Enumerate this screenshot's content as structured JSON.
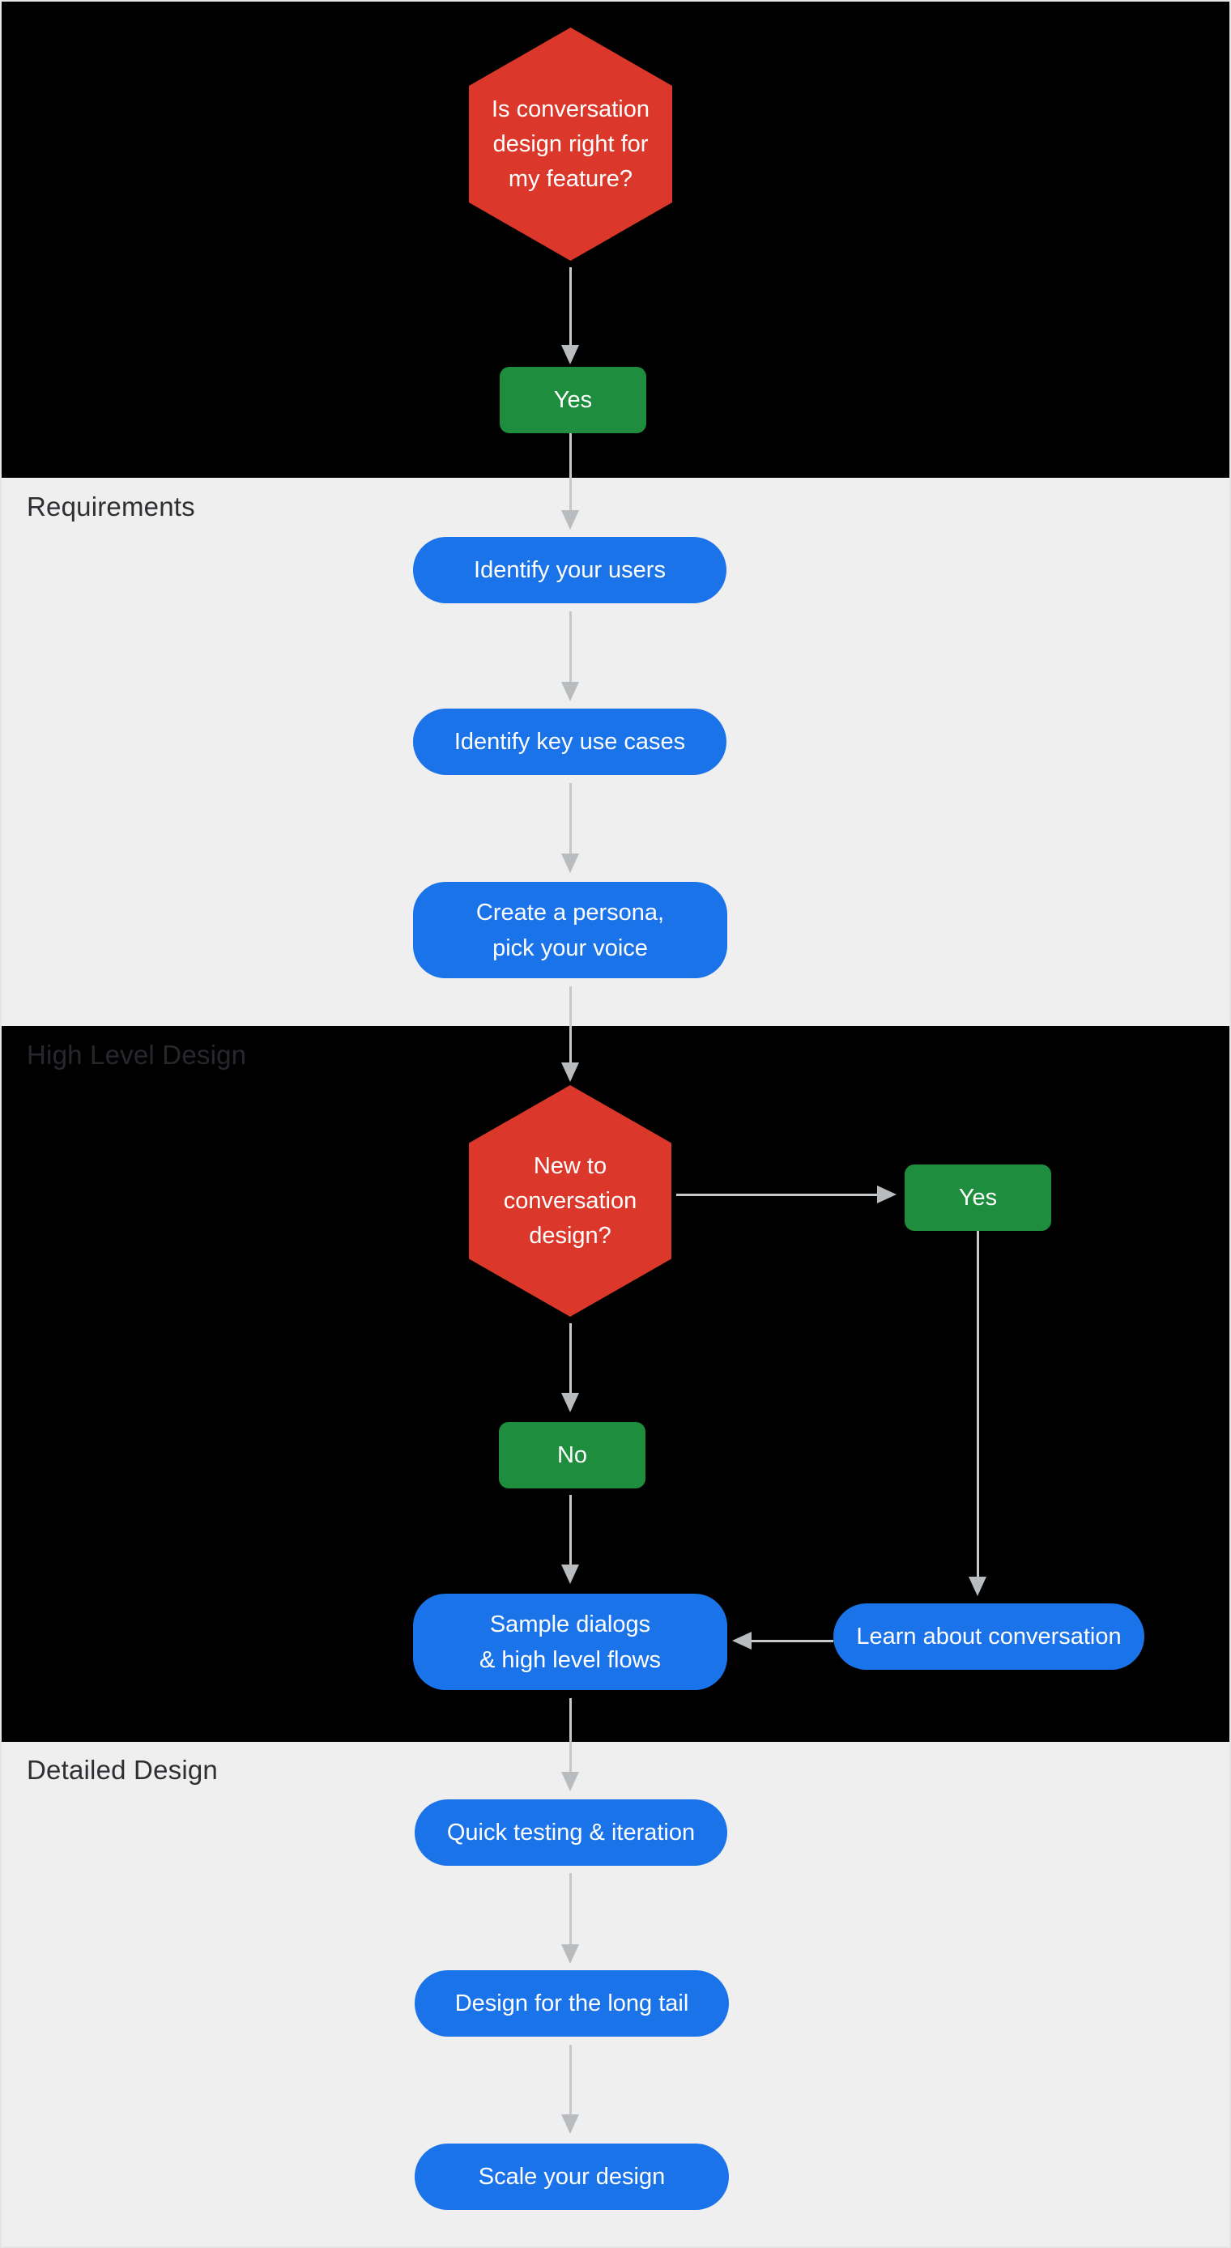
{
  "sections": {
    "requirements": {
      "label": "Requirements"
    },
    "high_level_design": {
      "label": "High Level Design"
    },
    "detailed_design": {
      "label": "Detailed Design"
    }
  },
  "nodes": {
    "q_is_right": {
      "line1": "Is conversation",
      "line2": "design right for",
      "line3": "my feature?"
    },
    "yes_1": {
      "label": "Yes"
    },
    "identify_users": {
      "label": "Identify your users"
    },
    "identify_use_cases": {
      "label": "Identify key use cases"
    },
    "create_persona": {
      "line1": "Create a persona,",
      "line2": "pick your voice"
    },
    "q_new_to_cd": {
      "line1": "New to",
      "line2": "conversation",
      "line3": "design?"
    },
    "yes_2": {
      "label": "Yes"
    },
    "no_1": {
      "label": "No"
    },
    "sample_dialogs": {
      "line1": "Sample dialogs",
      "line2": "& high level flows"
    },
    "learn_conversation": {
      "label": "Learn about conversation"
    },
    "quick_testing": {
      "label": "Quick testing & iteration"
    },
    "long_tail": {
      "label": "Design for the long tail"
    },
    "scale_design": {
      "label": "Scale your design"
    }
  },
  "colors": {
    "decision_red": "#db382b",
    "answer_green": "#1e8e3e",
    "step_blue": "#1a73e8",
    "section_dark_bg": "#000000",
    "section_light_bg": "#efefef",
    "arrow_gray": "#c6c8cb",
    "node_text": "#ffffff",
    "section_label": "#2d2f33"
  }
}
